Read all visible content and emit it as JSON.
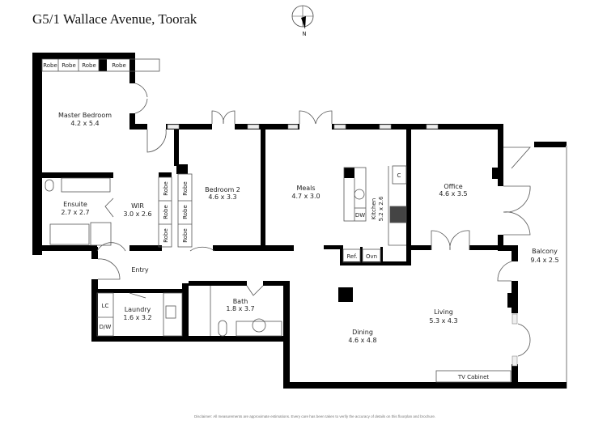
{
  "header": {
    "title": "G5/1 Wallace Avenue, Toorak",
    "compass_label": "N",
    "compass_icon": "north-arrow-icon"
  },
  "rooms": {
    "master_bedroom": {
      "name": "Master Bedroom",
      "size": "4.2 x 5.4"
    },
    "ensuite": {
      "name": "Ensuite",
      "size": "2.7 x 2.7"
    },
    "wir": {
      "name": "WIR",
      "size": "3.0 x 2.6"
    },
    "bedroom2": {
      "name": "Bedroom 2",
      "size": "4.6 x 3.3"
    },
    "meals": {
      "name": "Meals",
      "size": "4.7 x 3.0"
    },
    "kitchen": {
      "name": "Kitchen",
      "size": "5.2 x 2.6"
    },
    "office": {
      "name": "Office",
      "size": "4.6 x 3.5"
    },
    "balcony": {
      "name": "Balcony",
      "size": "9.4 x 2.5"
    },
    "entry": {
      "name": "Entry"
    },
    "laundry": {
      "name": "Laundry",
      "size": "1.6 x 3.2"
    },
    "bath": {
      "name": "Bath",
      "size": "1.8 x 3.7"
    },
    "living": {
      "name": "Living",
      "size": "5.3 x 4.3"
    },
    "dining": {
      "name": "Dining",
      "size": "4.6 x 4.8"
    }
  },
  "fixtures": {
    "robe": "Robe",
    "dw": "DW",
    "c": "C",
    "ref": "Ref.",
    "ovn": "Ovn",
    "lc": "LC",
    "dw_laundry": "D/W",
    "tv_cabinet": "TV Cabinet"
  },
  "footer": {
    "disclaimer": "Disclaimer: All measurements are approximate estimations. Every care has been taken to verify the accuracy of details on this floorplan and brochure."
  }
}
